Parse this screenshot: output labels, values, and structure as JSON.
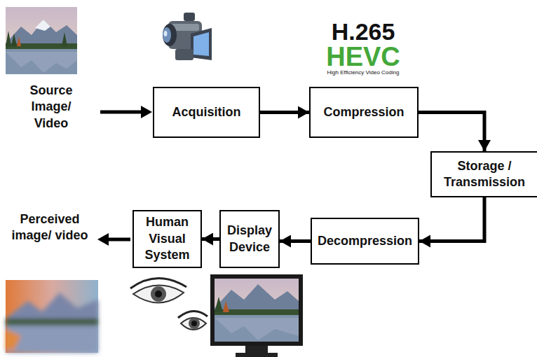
{
  "diagram": {
    "nodes": [
      {
        "text": [
          "Acquisition"
        ]
      },
      {
        "text": [
          "Compression"
        ]
      },
      {
        "text": [
          "Storage / Transmission"
        ]
      },
      {
        "text": [
          "Decompression"
        ]
      },
      {
        "text": [
          "Display Device"
        ]
      },
      {
        "text": [
          "Human Visual System"
        ]
      }
    ],
    "edges": [
      {
        "from": 0,
        "to": 1,
        "arrow": "to"
      },
      {
        "from": 1,
        "to": 2,
        "arrow": "to"
      },
      {
        "from": 2,
        "to": 3,
        "arrow": "to"
      },
      {
        "from": 3,
        "to": 4,
        "arrow": "to"
      },
      {
        "from": 4,
        "to": 5,
        "arrow": "to"
      }
    ],
    "labels": [
      "Source Image/ Video",
      "Perceived image/ video",
      "H.265",
      "HEVC",
      "High Efficiency Video Coding"
    ]
  }
}
